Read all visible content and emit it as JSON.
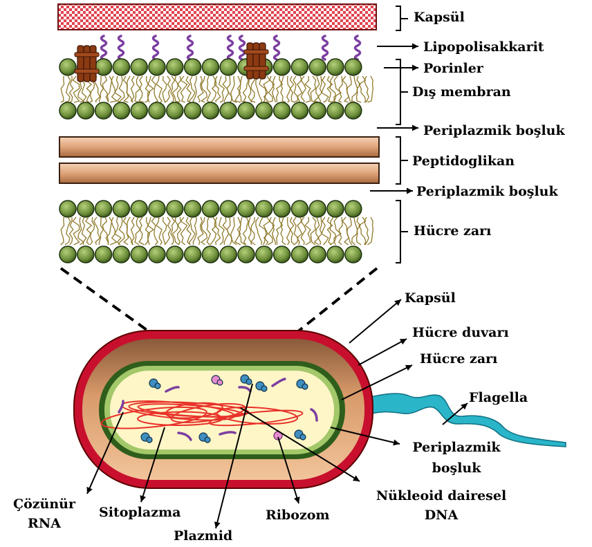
{
  "labels": {
    "kapsul_top": "Kapsül",
    "lipopolisakkarit": "Lipopolisakkarit",
    "porinler": "Porinler",
    "dis_membran": "Dış membran",
    "periplazmik_1": "Periplazmik boşluk",
    "peptidoglikan": "Peptidoglikan",
    "periplazmik_2": "Periplazmik boşluk",
    "hucre_zari_top": "Hücre zarı",
    "kapsul_bottom": "Kapsül",
    "hucre_duvari": "Hücre duvarı",
    "hucre_zari_bottom": "Hücre zarı",
    "flagella": "Flagella",
    "periplazmik_3_line1": "Periplazmik",
    "periplazmik_3_line2": "boşluk",
    "cozunur_line1": "Çözünür",
    "cozunur_line2": "RNA",
    "sitoplazma": "Sitoplazma",
    "plazmid": "Plazmid",
    "ribozom": "Ribozom",
    "nukleoid_line1": "Nükleoid dairesel",
    "nukleoid_line2": "DNA"
  },
  "colors": {
    "capsule_red": "#c8102e",
    "wall_brown": "#c98a5e",
    "membrane_green": "#2f5e1c",
    "cytoplasm": "#fff6c8",
    "flagella": "#2ab5c9",
    "bead": "#7a9a48",
    "porin": "#8b3a12",
    "lps": "#7b3fa0",
    "dna": "#e8322a"
  }
}
